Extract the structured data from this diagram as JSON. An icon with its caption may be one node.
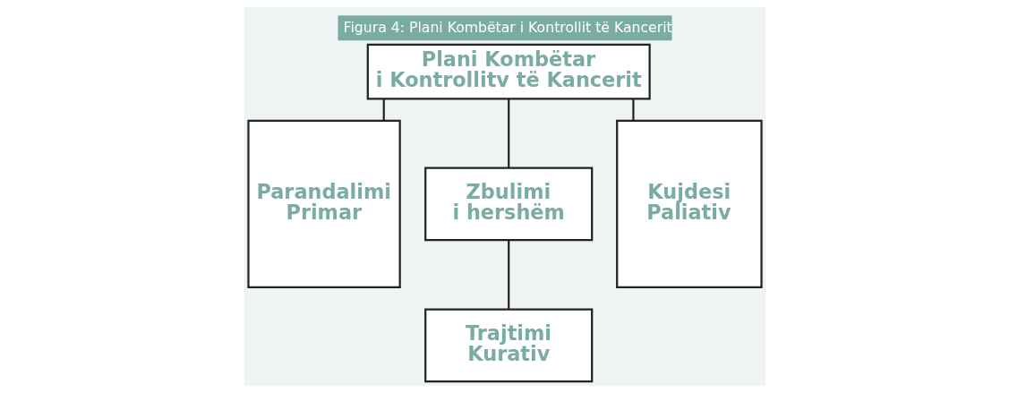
{
  "diagram": {
    "title": "Figura 4: Plani Kombëtar i Kontrollit të Kancerit",
    "nodes": [
      {
        "text": [
          "Plani Kombëtar i Kontrollitv të Kancerit"
        ]
      },
      {
        "text": [
          "Parandalimi Primar"
        ]
      },
      {
        "text": [
          "Zbulimi i hershëm"
        ]
      },
      {
        "text": [
          "Trajtimi Kurativ"
        ]
      },
      {
        "text": [
          "Kujdesi Paliativ"
        ]
      }
    ],
    "edges": [
      {
        "from": 0,
        "to": 1,
        "arrow": "none"
      },
      {
        "from": 0,
        "to": 2,
        "arrow": "none"
      },
      {
        "from": 0,
        "to": 4,
        "arrow": "none"
      },
      {
        "from": 2,
        "to": 3,
        "arrow": "none"
      }
    ]
  }
}
